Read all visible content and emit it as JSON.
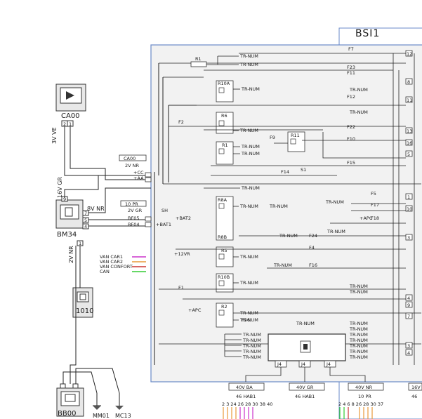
{
  "diagram": {
    "bsi_box": {
      "label": "BSI1"
    },
    "components": {
      "ca00": {
        "label": "CA00",
        "pins": [
          "2",
          "1"
        ]
      },
      "bm34": {
        "label": "BM34",
        "pins": [
          "9",
          "7",
          "5",
          "4",
          "1"
        ]
      },
      "c1010": {
        "label": "1010"
      },
      "bb00": {
        "label": "BB00"
      },
      "mm01": {
        "label": "MM01"
      },
      "mc13": {
        "label": "MC13"
      }
    },
    "wire_labels": {
      "v3_ve": "3V VE",
      "v16_gr": "16V GR",
      "v2_nr": "2V NR",
      "v8_nr": "8V NR",
      "ca00_tag": "CA00",
      "ca00_conn": "2V NR",
      "pr10_tag": "10 PR",
      "pr10_conn": "2V GR",
      "cc": "+CC",
      "aa": "+AA",
      "bf05": "BF05",
      "bf04": "BF04",
      "bat1": "+BAT1",
      "bat2": "+BAT2",
      "vr12": "+12VR",
      "apc": "+APC",
      "apc2": "+APC",
      "sh": "SH",
      "s1": "S1"
    },
    "legend": [
      {
        "label": "VAN CAR1",
        "color": "#cc33cc"
      },
      {
        "label": "VAN CAR2",
        "color": "#e89a3a"
      },
      {
        "label": "VAN CONFORT",
        "color": "#cc3333"
      },
      {
        "label": "CAN",
        "color": "#33cc33"
      }
    ],
    "relays": [
      "R10A",
      "R6",
      "R1",
      "R11",
      "R8A",
      "R8B",
      "R5",
      "R10B",
      "R2"
    ],
    "resistor": "R1",
    "fuses": [
      "F7",
      "F23",
      "F11",
      "F12",
      "F2",
      "F22",
      "F9",
      "F10",
      "F14",
      "F15",
      "F5",
      "F17",
      "F18",
      "F24",
      "F4",
      "F16",
      "F1",
      "F26"
    ],
    "tr_num": "TR-NUM",
    "right_pins": [
      "12",
      "8",
      "11",
      "13",
      "16",
      "5",
      "1",
      "10",
      "3",
      "4",
      "9",
      "7",
      "3",
      "4"
    ],
    "bottom_connectors": [
      "J4",
      "J4",
      "J4"
    ],
    "bottom_blocks": [
      {
        "label": "40V BA",
        "sub": "46 HAB1",
        "pins": "2 3 24 26 28 30 38 40"
      },
      {
        "label": "40V GR",
        "sub": "46 HAB1",
        "pins": ""
      },
      {
        "label": "40V NR",
        "sub": "10 PR",
        "pins": "2 4 6 8 26 28 30 37"
      },
      {
        "label": "16V",
        "sub": "46",
        "pins": ""
      }
    ]
  }
}
